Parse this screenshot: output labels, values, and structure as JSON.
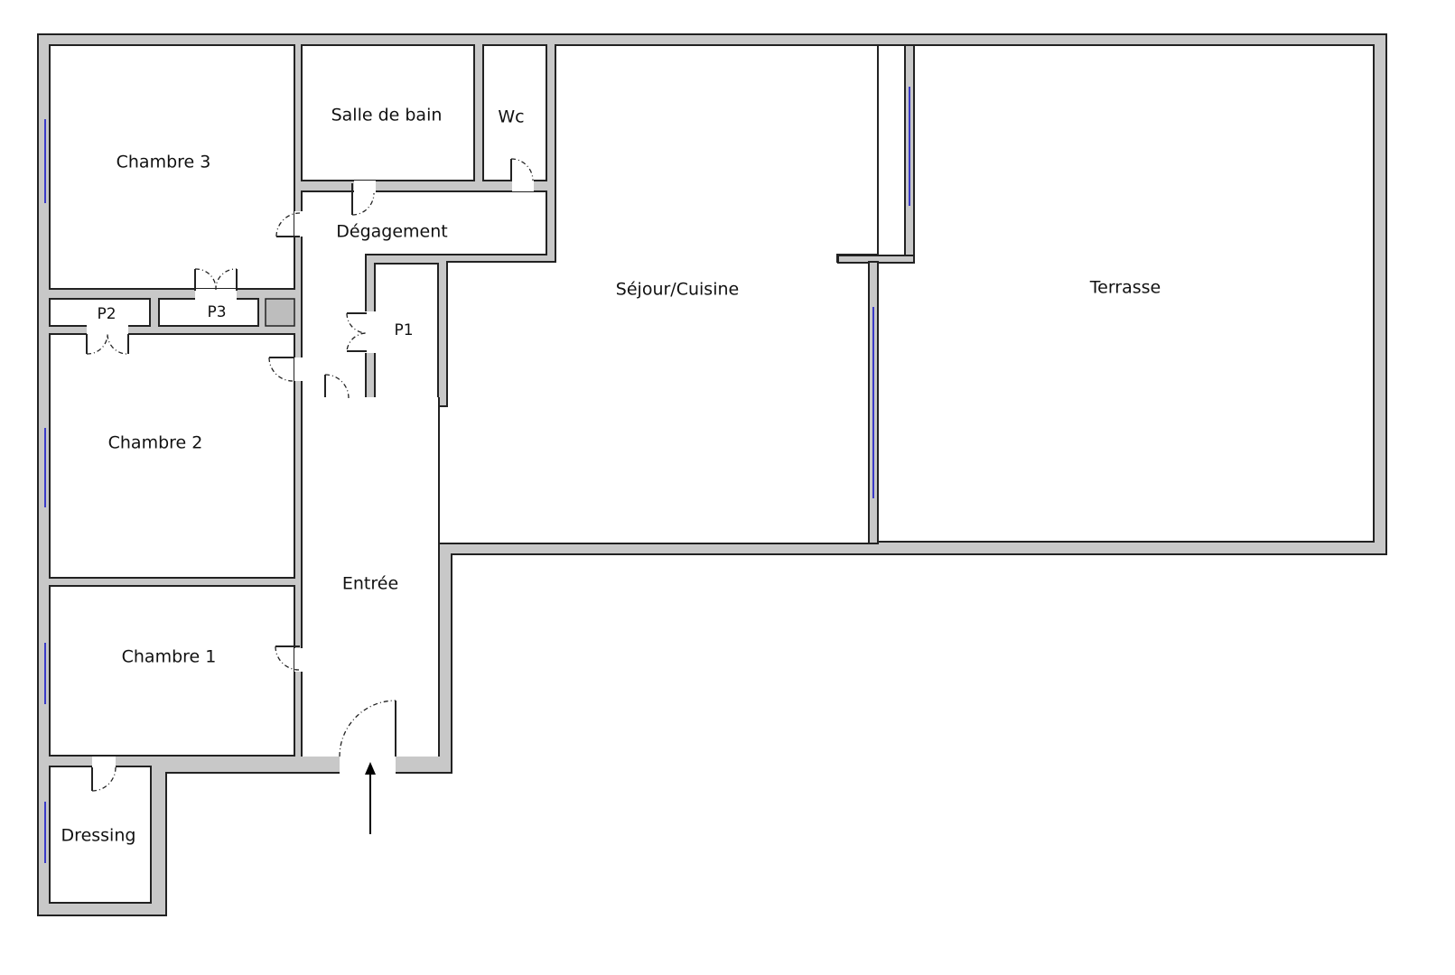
{
  "rooms": {
    "chambre3": "Chambre 3",
    "salle_de_bain": "Salle de bain",
    "wc": "Wc",
    "degagement": "Dégagement",
    "p1": "P1",
    "p2": "P2",
    "p3": "P3",
    "sejour_cuisine": "Séjour/Cuisine",
    "terrasse": "Terrasse",
    "chambre2": "Chambre 2",
    "entree": "Entrée",
    "chambre1": "Chambre 1",
    "dressing": "Dressing"
  },
  "colors": {
    "wall": "#c8c8c8",
    "window": "#3a3ac8"
  }
}
